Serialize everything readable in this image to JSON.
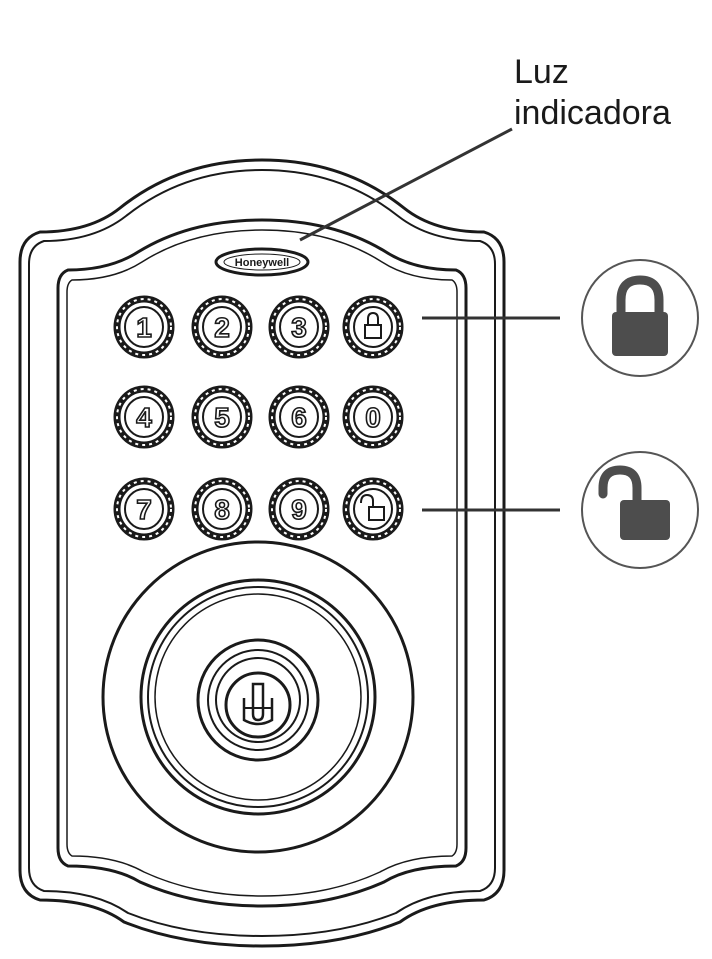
{
  "callout": {
    "line1": "Luz",
    "line2": "indicadora"
  },
  "brand": {
    "logo_text": "Honeywell"
  },
  "keypad": {
    "rows": [
      [
        {
          "glyph": "1"
        },
        {
          "glyph": "2"
        },
        {
          "glyph": "3"
        },
        {
          "glyph": "lock-icon"
        }
      ],
      [
        {
          "glyph": "4"
        },
        {
          "glyph": "5"
        },
        {
          "glyph": "6"
        },
        {
          "glyph": "0"
        }
      ],
      [
        {
          "glyph": "7"
        },
        {
          "glyph": "8"
        },
        {
          "glyph": "9"
        },
        {
          "glyph": "unlock-icon"
        }
      ]
    ]
  },
  "legend": {
    "lock_icon": "padlock-closed-icon",
    "unlock_icon": "padlock-open-icon",
    "icon_color": "#4d4d4d"
  },
  "colors": {
    "outline": "#1a1a1a",
    "background": "#ffffff"
  }
}
